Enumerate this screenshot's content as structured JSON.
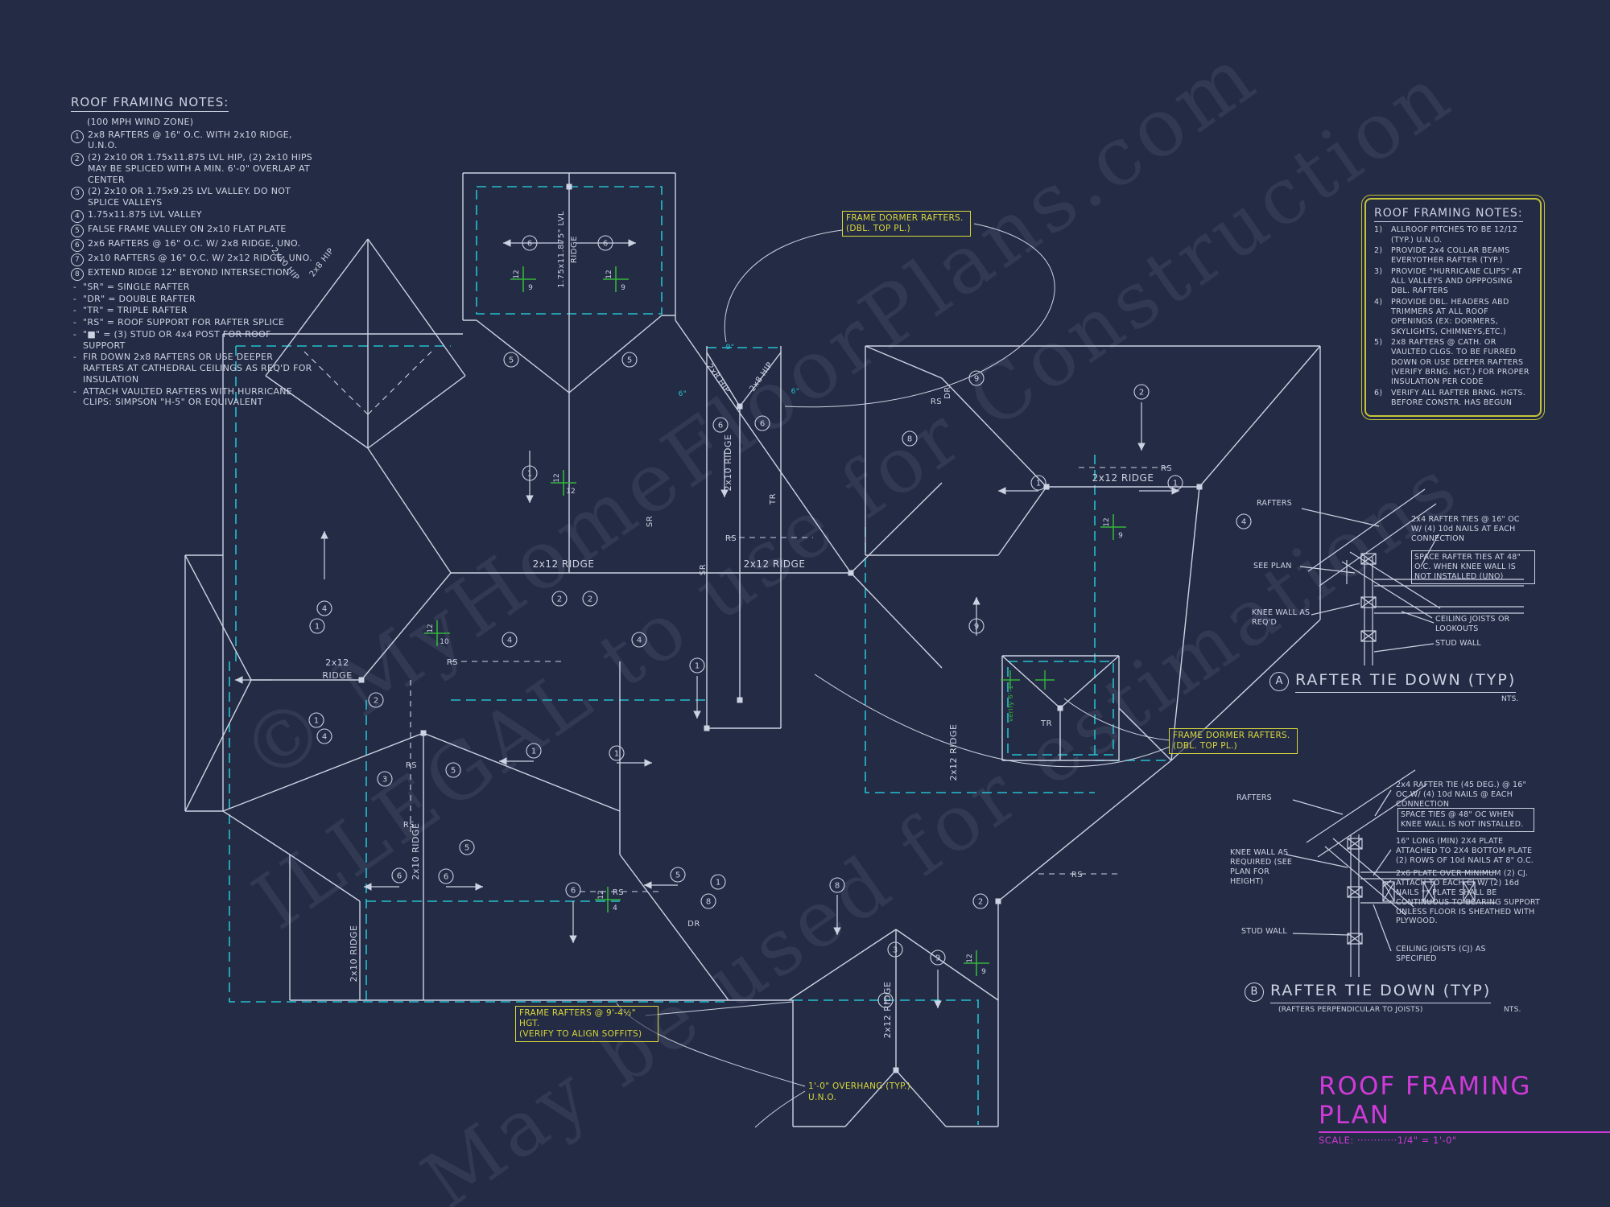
{
  "notes_left": {
    "title": "ROOF FRAMING NOTES:",
    "subtitle": "(100 MPH WIND ZONE)",
    "items": [
      {
        "num": "1",
        "text": "2x8 RAFTERS @ 16\" O.C. WITH 2x10 RIDGE, U.N.O."
      },
      {
        "num": "2",
        "text": "(2) 2x10 OR 1.75x11.875 LVL HIP, (2) 2x10 HIPS MAY BE SPLICED WITH A MIN. 6'-0\" OVERLAP AT CENTER"
      },
      {
        "num": "3",
        "text": "(2) 2x10 OR 1.75x9.25 LVL VALLEY. DO NOT SPLICE VALLEYS"
      },
      {
        "num": "4",
        "text": "1.75x11.875 LVL VALLEY"
      },
      {
        "num": "5",
        "text": "FALSE FRAME VALLEY ON 2x10 FLAT PLATE"
      },
      {
        "num": "6",
        "text": "2x6 RAFTERS @ 16\" O.C. W/ 2x8 RIDGE, UNO."
      },
      {
        "num": "7",
        "text": "2x10 RAFTERS @ 16\" O.C. W/ 2x12 RIDGE, UNO."
      },
      {
        "num": "8",
        "text": "EXTEND RIDGE 12\" BEYOND INTERSECTION"
      }
    ],
    "dash_items": [
      "\"SR\" = SINGLE RAFTER",
      "\"DR\" = DOUBLE RAFTER",
      "\"TR\" = TRIPLE RAFTER",
      "\"RS\" = ROOF SUPPORT FOR RAFTER SPLICE",
      "\"■\" = (3) STUD OR 4x4 POST FOR ROOF SUPPORT",
      "FIR DOWN 2x8 RAFTERS OR USE DEEPER RAFTERS AT CATHEDRAL CEILINGS AS REQ'D FOR INSULATION",
      "ATTACH VAULTED RAFTERS WITH HURRICANE CLIPS: SIMPSON \"H-5\" OR EQUIVALENT"
    ]
  },
  "notes_right": {
    "title": "ROOF FRAMING NOTES:",
    "items": [
      {
        "num": "1)",
        "text": "ALLROOF PITCHES TO BE 12/12 (TYP.) U.N.O."
      },
      {
        "num": "2)",
        "text": "PROVIDE 2x4 COLLAR BEAMS EVERYOTHER RAFTER (TYP.)"
      },
      {
        "num": "3)",
        "text": "PROVIDE \"HURRICANE CLIPS\" AT ALL VALLEYS AND OPPPOSING DBL. RAFTERS"
      },
      {
        "num": "4)",
        "text": "PROVIDE DBL. HEADERS ABD TRIMMERS AT ALL ROOF OPENINGS (EX: DORMERS, SKYLIGHTS, CHIMNEYS,ETC.)"
      },
      {
        "num": "5)",
        "text": "2x8 RAFTERS @ CATH. OR VAULTED CLGS. TO BE FURRED DOWN OR USE DEEPER RAFTERS (VERIFY BRNG. HGT.) FOR PROPER INSULATION PER CODE"
      },
      {
        "num": "6)",
        "text": "VERIFY ALL RAFTER BRNG. HGTS. BEFORE CONSTR. HAS BEGUN"
      }
    ]
  },
  "detail_a": {
    "tag": "A",
    "title": "RAFTER TIE DOWN (TYP)",
    "nts": "NTS.",
    "labels": {
      "rafters": "RAFTERS",
      "ties": "2x4 RAFTER TIES @ 16\" OC W/ (4) 10d NAILS AT EACH CONNECTION",
      "space": "SPACE RAFTER TIES AT 48\" O.C. WHEN KNEE WALL IS NOT INSTALLED (UNO)",
      "see_plan": "SEE PLAN",
      "knee_wall": "KNEE WALL AS REQ'D",
      "joists": "CEILING JOISTS OR LOOKOUTS",
      "stud_wall": "STUD WALL"
    }
  },
  "detail_b": {
    "tag": "B",
    "title": "RAFTER TIE DOWN (TYP)",
    "sub": "(RAFTERS PERPENDICULAR TO JOISTS)",
    "nts": "NTS.",
    "labels": {
      "rafters": "RAFTERS",
      "tie": "2x4 RAFTER TIE (45 DEG.) @ 16\" OC W/ (4) 10d NAILS @ EACH CONNECTION",
      "space": "SPACE TIES @ 48\" OC WHEN KNEE WALL IS NOT INSTALLED.",
      "plate16": "16\" LONG (MIN) 2X4 PLATE ATTACHED TO 2X4 BOTTOM PLATE (2) ROWS OF 10d NAILS AT 8\" O.C.",
      "knee_wall": "KNEE WALL AS REQUIRED (SEE PLAN FOR HEIGHT)",
      "plate26": "2x6 PLATE OVER MINIMUM (2) CJ. ATTACH TO EACH CJ W/ (2) 16d NAILS ** PLATE SHALL BE CONTINUOUS TO BEARING SUPPORT UNLESS FLOOR IS SHEATHED WITH PLYWOOD.",
      "stud_wall": "STUD WALL",
      "joists": "CEILING JOISTS (CJ) AS SPECIFIED"
    }
  },
  "callouts": {
    "dormer_top": {
      "line1": "FRAME DORMER RAFTERS.",
      "line2": "(DBL. TOP PL.)"
    },
    "dormer_right": {
      "line1": "FRAME DORMER RAFTERS.",
      "line2": "(DBL. TOP PL.)"
    },
    "frame_rafters": {
      "line1": "FRAME RAFTERS @ 9'-4½\" HGT.",
      "line2": "(VERIFY TO ALIGN SOFFITS)"
    },
    "overhang": {
      "line1": "1'-0\" OVERHANG (TYP.)",
      "line2": "U.N.O."
    }
  },
  "title_block": {
    "title": "ROOF FRAMING PLAN",
    "scale": "SCALE: ············1/4\" = 1'-0\""
  },
  "watermark": {
    "lines": [
      "© MyHomeFloorPlans.com",
      "ILLEGAL to use for Construction",
      "May be used for estimations"
    ]
  },
  "plan": {
    "labels": [
      "2x12",
      "RIDGE",
      "2x12 RIDGE",
      "2x12 RIDGE",
      "2x12 RIDGE",
      "2x10 RIDGE",
      "1.75x11.875\" LVL",
      "RIDGE",
      "2x10 RIDGE",
      "2x10 RIDGE",
      "2x12 RIDGE",
      "2x12 RIDGE",
      "2x8 HIP",
      "2x8 HIP",
      "2x10 HIP",
      "2x8 HIP",
      "RS",
      "RS",
      "RS",
      "RS",
      "RS",
      "RS",
      "RS",
      "RS",
      "SR",
      "SR",
      "DR",
      "DR",
      "TR",
      "TR",
      "verify 6'-1\"",
      "6\"",
      "6\"",
      "9\""
    ],
    "circled": [
      "6",
      "6",
      "5",
      "5",
      "1",
      "6",
      "6",
      "4",
      "1",
      "2",
      "1",
      "4",
      "2",
      "2",
      "4",
      "4",
      "1",
      "1",
      "1",
      "5",
      "3",
      "5",
      "6",
      "6",
      "6",
      "5",
      "1",
      "8",
      "2",
      "1",
      "1",
      "9",
      "4",
      "8",
      "3",
      "9",
      "1",
      "2",
      "8",
      "9"
    ],
    "pitches": [
      {
        "rise": "12",
        "run": "9"
      },
      {
        "rise": "12",
        "run": "9"
      },
      {
        "rise": "12",
        "run": "10"
      },
      {
        "rise": "12",
        "run": "12"
      },
      {
        "rise": "12",
        "run": "9"
      },
      {
        "rise": "12",
        "run": "4"
      },
      {
        "rise": "12",
        "run": "9"
      }
    ]
  },
  "colors": {
    "background": "#242b44",
    "lines": "#ccd3e3",
    "walls_dashed": "#25c0cf",
    "callout": "#d8d73c",
    "title": "#cf3ad8",
    "pitch_marker": "#35b43a"
  }
}
